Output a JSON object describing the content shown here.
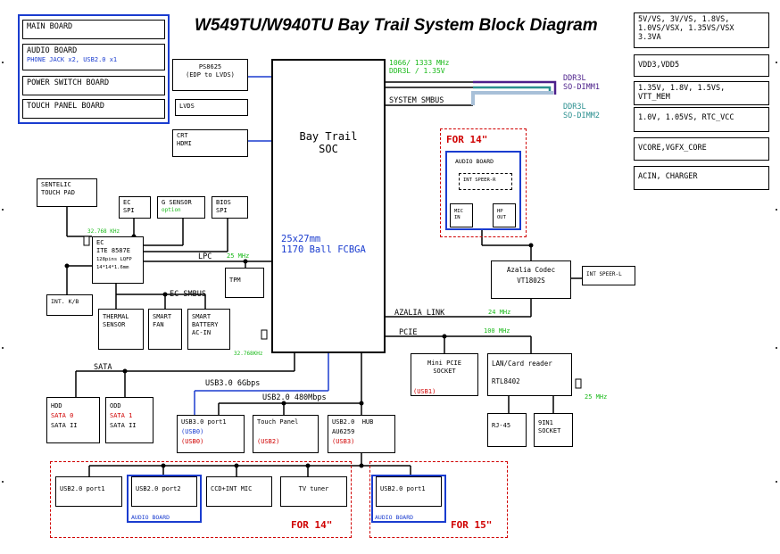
{
  "title": "W549TU/W940TU Bay Trail System Block Diagram",
  "boards": [
    "MAIN BOARD",
    "AUDIO BOARD",
    "PHONE JACK x2, USB2.0 x1",
    "POWER SWITCH BOARD",
    "TOUCH PANEL BOARD"
  ],
  "power": [
    "5V/VS, 3V/VS, 1.8VS,\n1.0VS/VSX, 1.35VS/VSX\n3.3VA",
    "VDD3,VDD5",
    "1.35V, 1.8V, 1.5VS,\nVTT_MEM",
    "1.0V, 1.05VS, RTC_VCC",
    "VCORE,VGFX_CORE",
    "ACIN, CHARGER"
  ],
  "soc": {
    "name": "Bay Trail\nSOC",
    "pkg": "25x27mm\n1170 Ball FCBGA"
  },
  "edp": {
    "chip": "PS8625\n(EDP to LVDS)",
    "lvds": "LVDS"
  },
  "crt": "CRT\nHDMI",
  "ddr": {
    "speed": "1066/ 1333 MHz\nDDR3L / 1.35V",
    "dimm1": "DDR3L\nSO-DIMM1",
    "dimm2": "DDR3L\nSO-DIMM2",
    "smbus": "SYSTEM SMBUS"
  },
  "for14_audio": {
    "tag": "FOR 14\"",
    "board": "AUDIO BOARD",
    "spk": "INT SPEER-R",
    "mic": "MIC\nIN",
    "hp": "HP\nOUT"
  },
  "codec": {
    "name": "Azalia Codec\nVT1802S",
    "spkl": "INT SPEER-L"
  },
  "ec": {
    "touchpad": "SENTELIC\nTOUCH PAD",
    "ecspi": "EC\nSPI",
    "gsensor": "G SENSOR",
    "gsensor_sub": "option",
    "bios": "BIOS\nSPI",
    "chip": "EC\nITE 8587E",
    "pkg": "128pins LQFP\n14*14*1.6mm",
    "clk": "32.768 KHz",
    "kb": "INT. K/B",
    "thermal": "THERMAL\nSENSOR",
    "fan": "SMART\nFAN",
    "battery": "SMART\nBATTERY\nAC-IN",
    "smbus": "EC SMBUS",
    "lpc": "LPC",
    "lpc_clk": "25 MHz",
    "tpm": "TPM",
    "rtc_clk": "32.768KHz"
  },
  "links": {
    "azalia": "AZALIA LINK",
    "azalia_clk": "24 MHz",
    "pcie": "PCIE",
    "pcie_clk": "100 MHz",
    "sata": "SATA",
    "usb3": "USB3.0 6Gbps",
    "usb2": "USB2.0 480Mbps"
  },
  "storage": [
    {
      "name": "HDD",
      "port": "SATA 0",
      "ver": "SATA II"
    },
    {
      "name": "ODD",
      "port": "SATA 1",
      "ver": "SATA II"
    }
  ],
  "usb_top": [
    {
      "name": "USB3.0 port1",
      "tag1": "(USB0)",
      "tag2": "(USB0)"
    },
    {
      "name": "Touch Panel",
      "tag1": "(USB2)"
    },
    {
      "name": "USB2.0  HUB\nAU6259",
      "tag1": "(USB3)"
    }
  ],
  "minipcie": {
    "name": "Mini PCIE\nSOCKET",
    "tag": "(USB1)"
  },
  "lan": {
    "name": "LAN/Card reader",
    "chip": "RTL8402",
    "clk": "25 MHz",
    "rj45": "RJ-45",
    "socket": "9IN1\nSOCKET"
  },
  "usb_bottom": {
    "p1": "USB2.0 port1",
    "p2": "USB2.0 port2",
    "cam": "CCD+INT MIC",
    "tv": "TV tuner",
    "audio": "AUDIO BOARD",
    "for14": "FOR 14\"",
    "p15": "USB2.0 port1",
    "audio15": "AUDIO BOARD",
    "for15": "FOR 15\""
  }
}
